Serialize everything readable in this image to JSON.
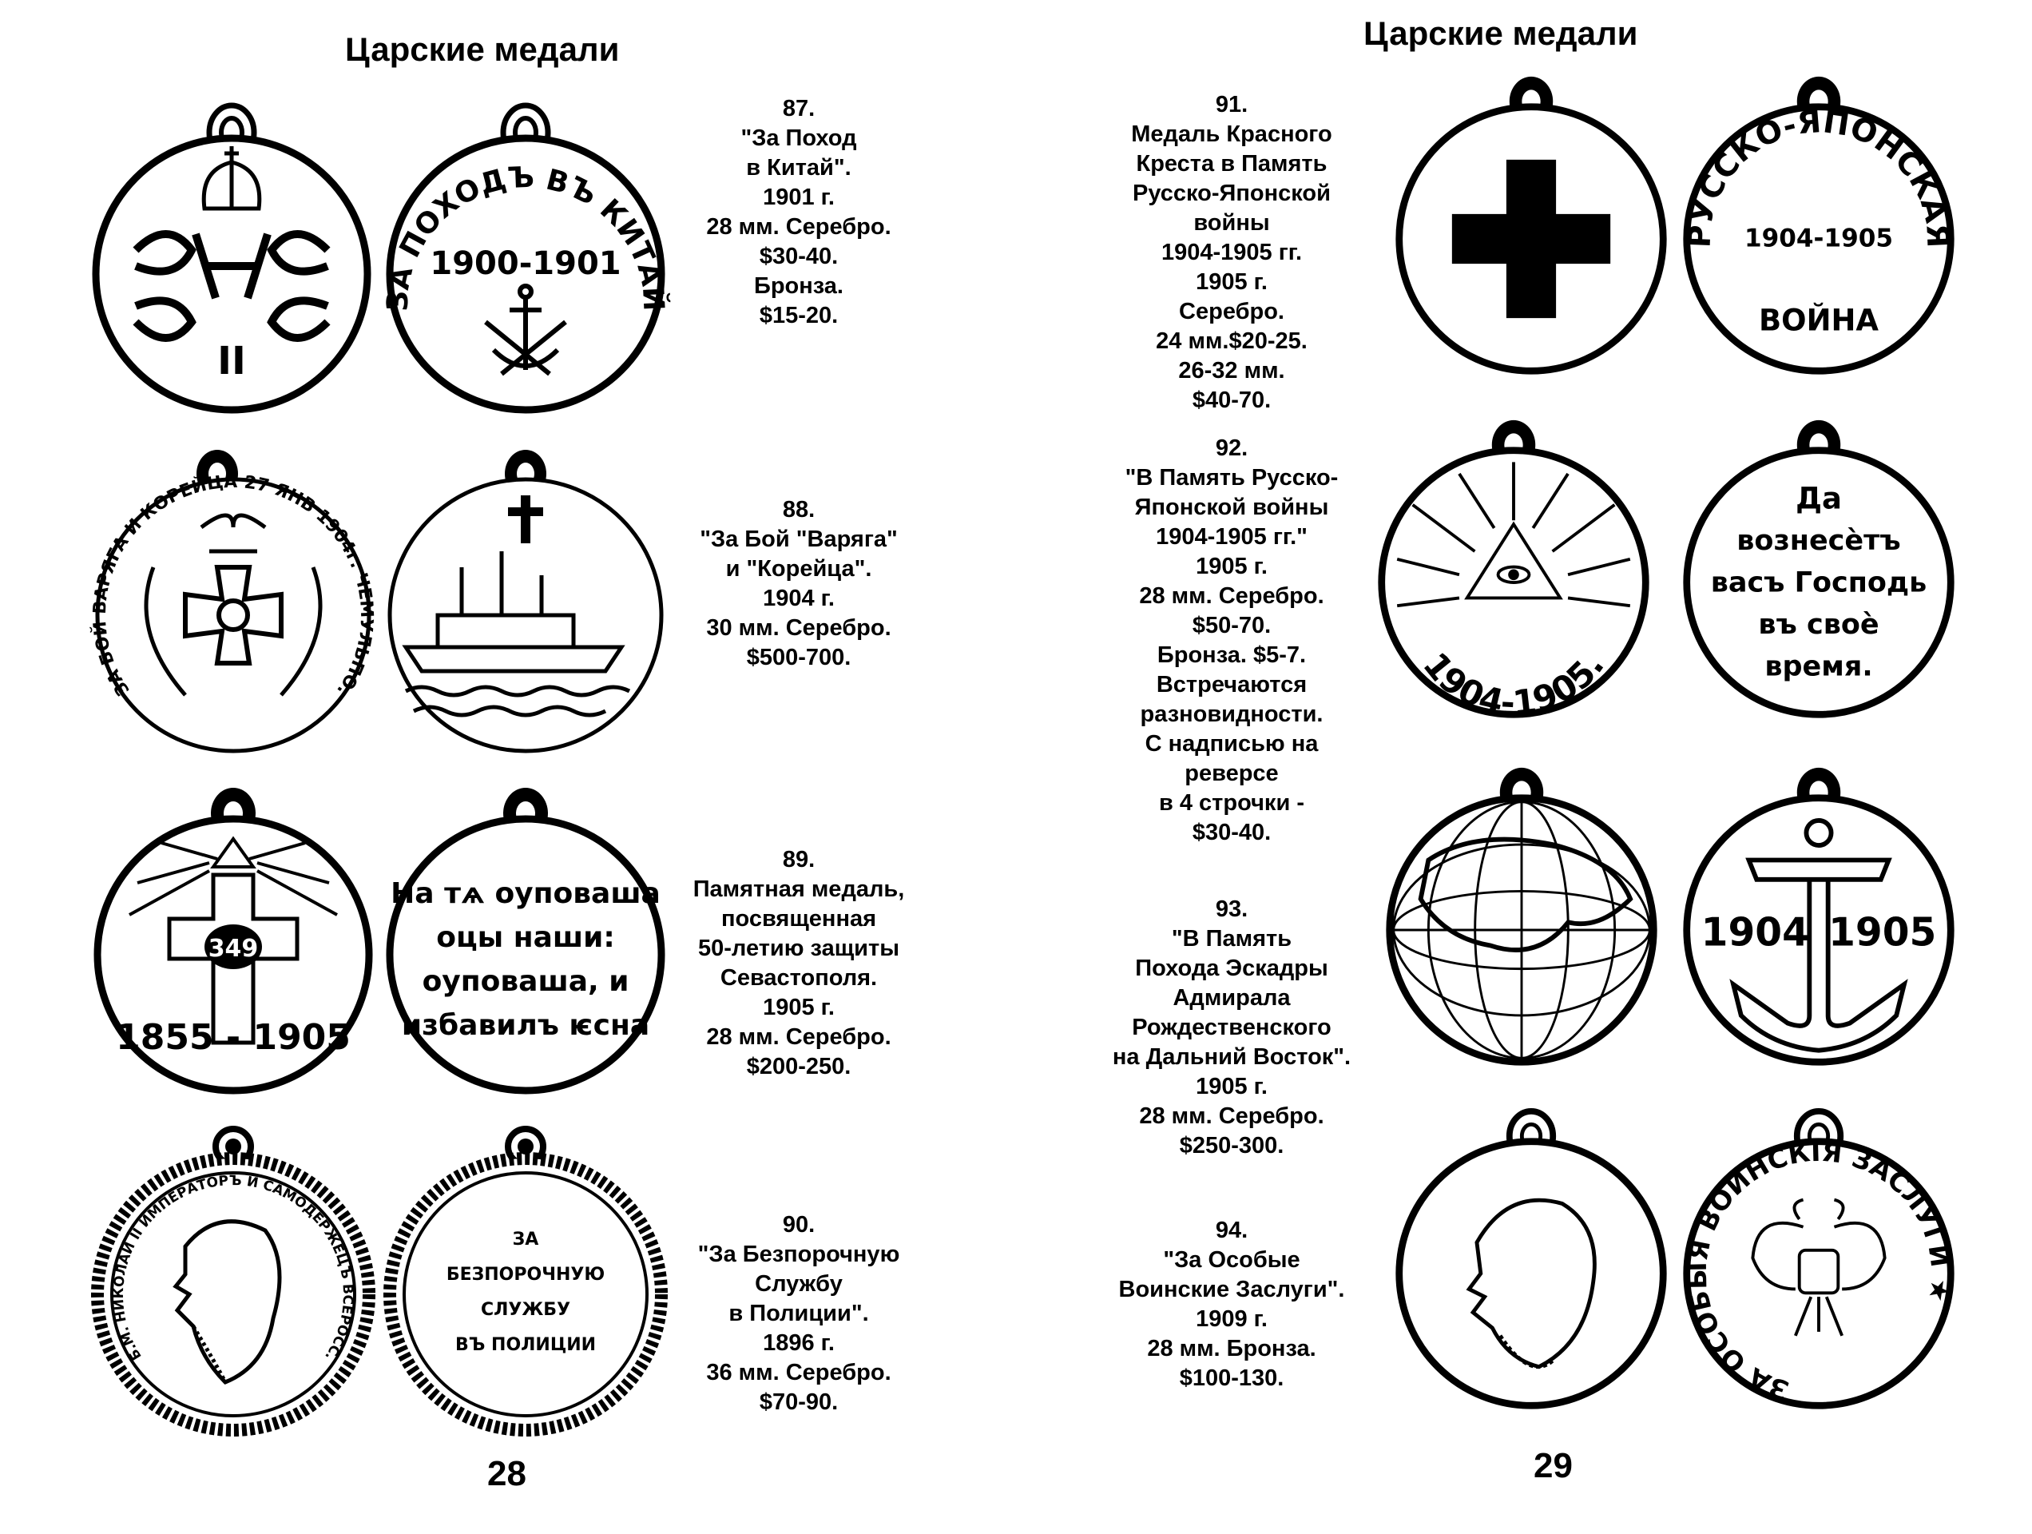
{
  "pages": {
    "left": {
      "heading": "Царские медали",
      "number": "28",
      "items": [
        {
          "id": "87",
          "lines": [
            "87.",
            "\"За Поход",
            "в Китай\".",
            "1901 г.",
            "28 мм. Серебро.",
            "$30-40.",
            "Бронза.",
            "$15-20."
          ]
        },
        {
          "id": "88",
          "lines": [
            "88.",
            "\"За Бой \"Варяга\"",
            "и \"Корейца\".",
            "1904 г.",
            "30 мм. Серебро.",
            "$500-700."
          ]
        },
        {
          "id": "89",
          "lines": [
            "89.",
            "Памятная медаль,",
            "посвященная",
            "50-летию защиты",
            "Севастополя.",
            "1905 г.",
            "28 мм. Серебро.",
            "$200-250."
          ]
        },
        {
          "id": "90",
          "lines": [
            "90.",
            "\"За Безпорочную",
            "Службу",
            "в Полиции\".",
            "1896 г.",
            "36 мм. Серебро.",
            "$70-90."
          ]
        }
      ]
    },
    "right": {
      "heading": "Царские медали",
      "number": "29",
      "items": [
        {
          "id": "91",
          "lines": [
            "91.",
            "Медаль Красного",
            "Креста в Память",
            "Русско-Японской",
            "войны",
            "1904-1905 гг.",
            "1905 г.",
            "Серебро.",
            "24 мм.$20-25.",
            "26-32 мм.",
            "$40-70."
          ]
        },
        {
          "id": "92",
          "lines": [
            "92.",
            "\"В Память Русско-",
            "Японской войны",
            "1904-1905 гг.\"",
            "1905 г.",
            "28 мм. Серебро.",
            "$50-70.",
            "Бронза. $5-7.",
            "Встречаются",
            "разновидности.",
            "С надписью на",
            "реверсе",
            "в 4 строчки -",
            "$30-40."
          ]
        },
        {
          "id": "93",
          "lines": [
            "93.",
            "\"В Память",
            "Похода Эскадры",
            "Адмирала",
            "Рождественского",
            "на Дальний Восток\".",
            "1905 г.",
            "28 мм. Серебро.",
            "$250-300."
          ]
        },
        {
          "id": "94",
          "lines": [
            "94.",
            "\"За Особые",
            "Воинские Заслуги\".",
            "1909 г.",
            "28 мм. Бронза.",
            "$100-130."
          ]
        }
      ]
    }
  },
  "medal_text": {
    "m87_obv_numeral": "II",
    "m87_rev_arc": "ЗА ПОХОДЪ ВЪ КИТАЙ",
    "m87_rev_years": "1900-1901",
    "m88_obv_arc": "ЗА БОЙ ВАРЯГА И КОРЕЙЦА 27 ЯНВ 1904г. ЧЕМУЛЬПО.",
    "m89_obv_number": "349",
    "m89_obv_years": "1855 - 1905",
    "m89_rev_lines": [
      "На тѧ оуповаша",
      "оцы наши:",
      "оуповаша, и",
      "избавилъ ѥсна"
    ],
    "m90_obv_arc": "Б.М. НИКОЛАЙ II ИМПЕРАТОРЪ И САМОДЕРЖЕЦЪ ВСЕРОСС.",
    "m90_rev_lines": [
      "ЗА",
      "БЕЗПОРОЧНУЮ",
      "СЛУЖБУ",
      "ВЪ ПОЛИЦИИ"
    ],
    "m91_rev_arc_top": "РУССКО-ЯПОНСКАЯ",
    "m91_rev_years": "1904-1905",
    "m91_rev_bottom": "ВОЙНА",
    "m92_obv_years": "1904-1905.",
    "m92_rev_lines": [
      "Да",
      "вознесѐтъ",
      "васъ Господь",
      "въ своѐ",
      "время."
    ],
    "m93_rev_year_left": "1904",
    "m93_rev_year_right": "1905",
    "m94_rev_arc": "ЗА ОСОБЫЯ ВОИНСКІЯ ЗАСЛУГИ ★"
  },
  "colors": {
    "ink": "#000000",
    "paper": "#ffffff"
  }
}
